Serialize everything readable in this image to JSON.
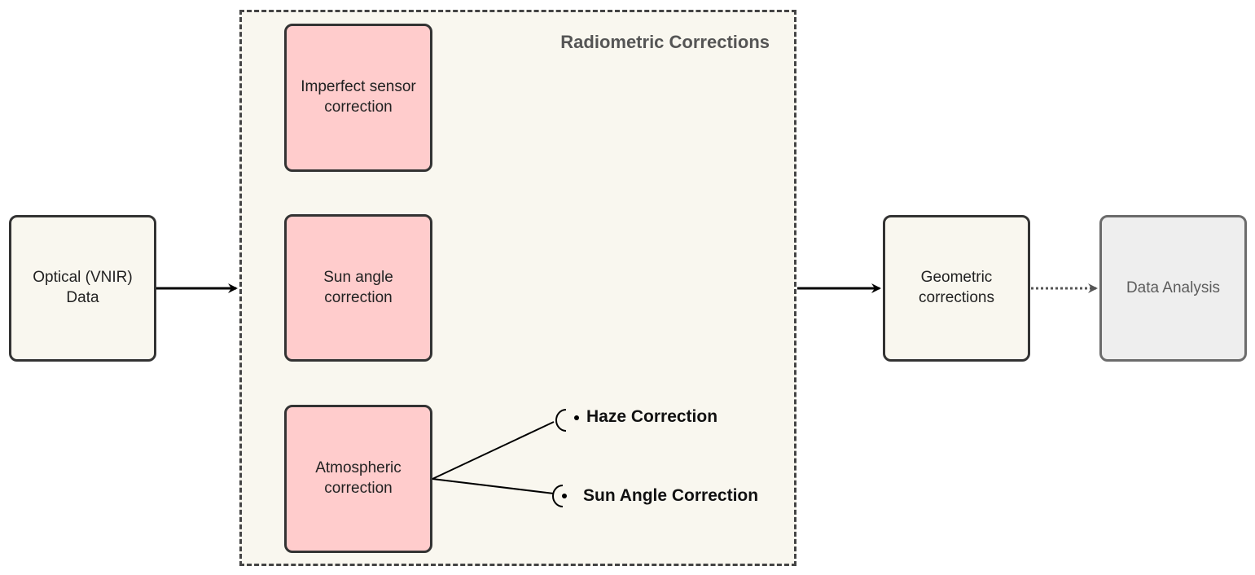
{
  "group": {
    "title": "Radiometric Corrections"
  },
  "nodes": {
    "optical_data": "Optical (VNIR)\nData",
    "imperfect_sensor": "Imperfect sensor\ncorrection",
    "sun_angle": "Sun angle\ncorrection",
    "atmospheric": "Atmospheric\ncorrection",
    "geometric": "Geometric\ncorrections",
    "data_analysis": "Data Analysis"
  },
  "sub_items": {
    "haze": "Haze Correction",
    "sun_angle": "Sun Angle Correction"
  },
  "colors": {
    "group_fill": "#f9f7ef",
    "process_fill": "#f9f7ef",
    "correction_fill": "#ffcccc",
    "analysis_fill": "#eeeeee",
    "stroke": "#333333"
  }
}
